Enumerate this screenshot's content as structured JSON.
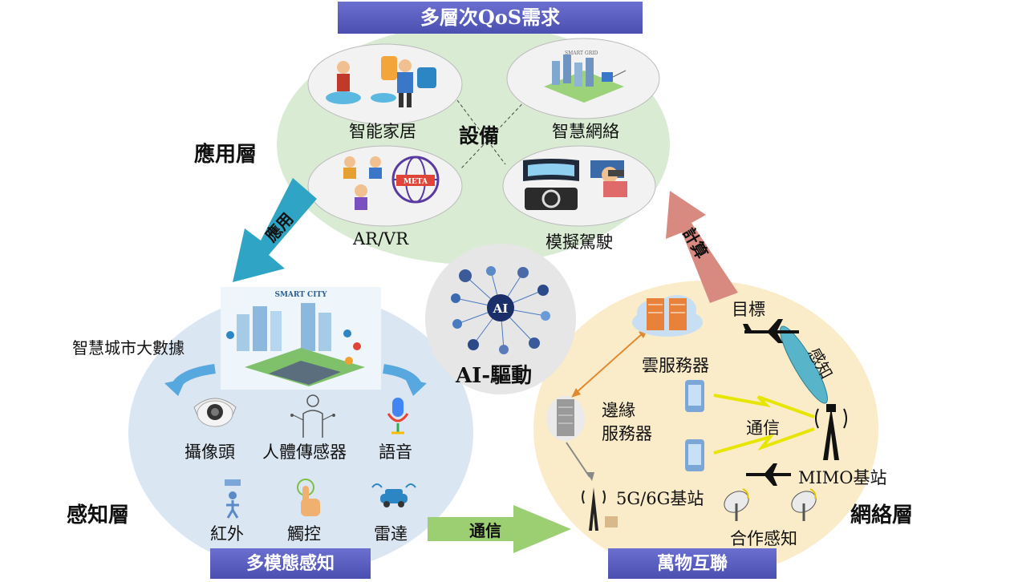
{
  "banners": {
    "top": "多層次QoS需求",
    "bottom_left": "多模態感知",
    "bottom_right": "萬物互聯"
  },
  "layers": {
    "application": "應用層",
    "perception": "感知層",
    "network": "網絡層"
  },
  "center": {
    "devices": "設備",
    "ai_driven": "AI-驅動",
    "ai_badge": "AI"
  },
  "application_items": {
    "smart_home": "智能家居",
    "smart_grid": "智慧網絡",
    "ar_vr": "AR/VR",
    "sim_driving": "模擬駕駛",
    "meta_badge": "META",
    "smart_grid_caption": "SMART GRID"
  },
  "arrows": {
    "apply": "應用",
    "compute": "計算",
    "communicate": "通信"
  },
  "perception_items": {
    "city_data": "智慧城市大數據",
    "smart_city_caption": "SMART CITY",
    "camera": "攝像頭",
    "body_sensor": "人體傳感器",
    "voice": "語音",
    "infrared": "紅外",
    "touch": "觸控",
    "radar": "雷達"
  },
  "network_items": {
    "cloud_server": "雲服務器",
    "edge_server_line1": "邊緣",
    "edge_server_line2": "服務器",
    "base_station": "5G/6G基站",
    "target": "目標",
    "sensing": "感知",
    "communication": "通信",
    "mimo": "MIMO基站",
    "coop_sensing": "合作感知"
  },
  "colors": {
    "banner": "#5057b8",
    "app_bg": "#d9ebd3",
    "perception_bg": "#dbe6f3",
    "network_bg": "#fbecc9",
    "apply_arrow": "#2fa4c4",
    "compute_arrow": "#d98a80",
    "comm_arrow": "#9bcf72"
  }
}
